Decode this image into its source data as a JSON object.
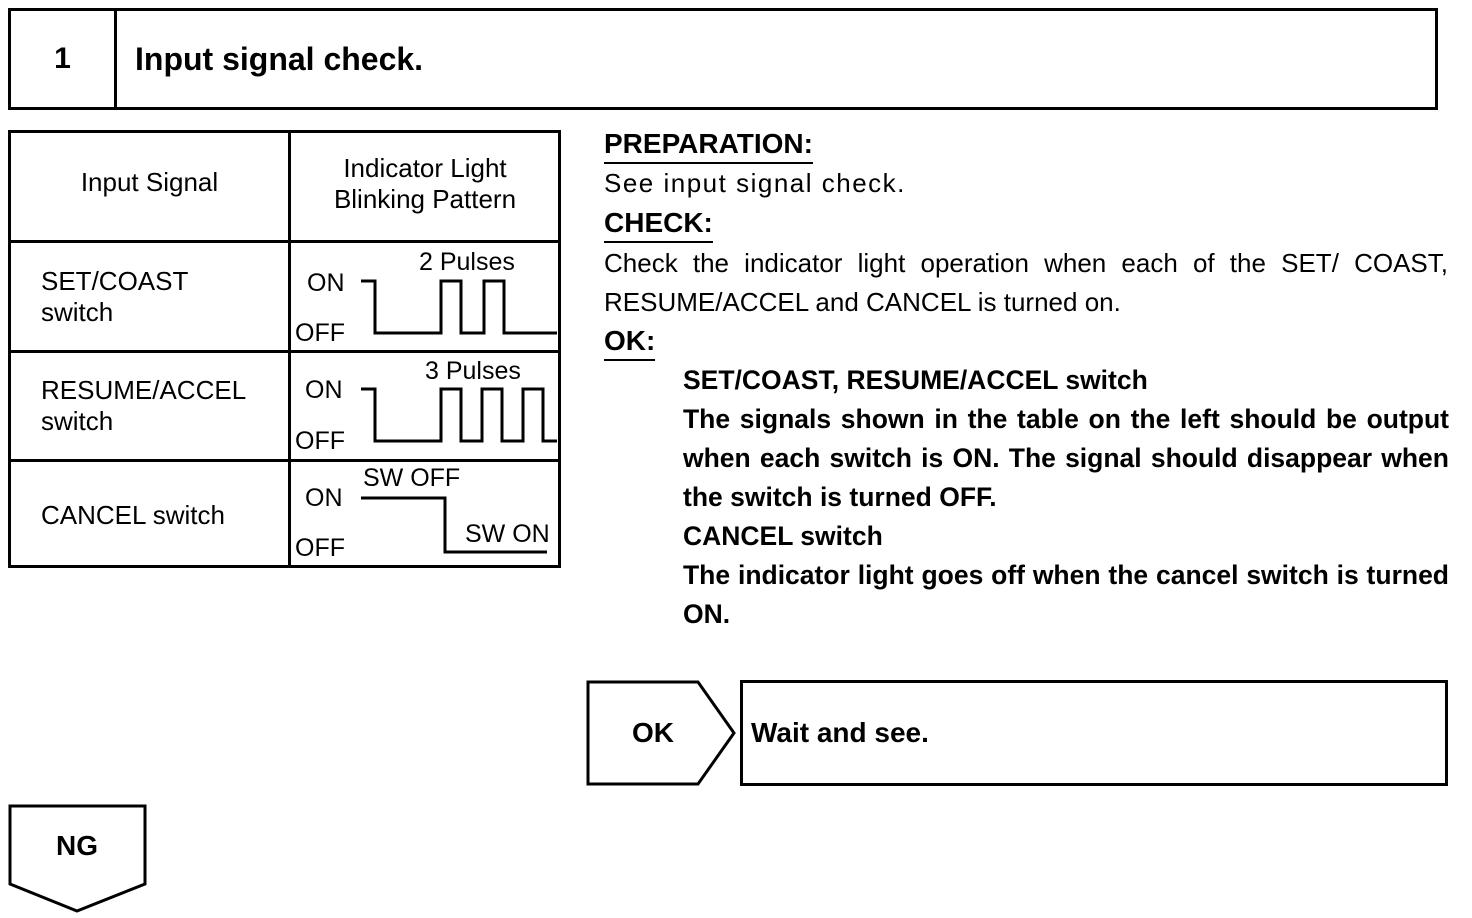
{
  "step": {
    "number": "1",
    "title": "Input signal check."
  },
  "table": {
    "headers": {
      "input_signal": "Input Signal",
      "pattern_line1": "Indicator Light",
      "pattern_line2": "Blinking Pattern"
    },
    "rows": [
      {
        "name_line1": "SET/COAST",
        "name_line2": "switch",
        "on": "ON",
        "off": "OFF",
        "annotation": "2 Pulses",
        "pulses": 2
      },
      {
        "name_line1": "RESUME/ACCEL",
        "name_line2": "switch",
        "on": "ON",
        "off": "OFF",
        "annotation": "3 Pulses",
        "pulses": 3
      },
      {
        "name_line1": "CANCEL switch",
        "on": "ON",
        "off": "OFF",
        "sw_off": "SW OFF",
        "sw_on": "SW ON"
      }
    ]
  },
  "preparation": {
    "heading": "PREPARATION:",
    "text": "See input signal check."
  },
  "check": {
    "heading": "CHECK:",
    "text": "Check the indicator light operation when each of the SET/ COAST, RESUME/ACCEL and CANCEL is turned on."
  },
  "ok": {
    "heading": "OK:",
    "item1_title": "SET/COAST, RESUME/ACCEL switch",
    "item1_text": "The signals shown in the table on the left should be output when each switch is ON. The signal should disappear when the switch is turned OFF.",
    "item2_title": "CANCEL switch",
    "item2_text": "The indicator light goes off when the cancel switch is turned ON."
  },
  "flow": {
    "ok_label": "OK",
    "ok_result": "Wait and see.",
    "ng_label": "NG"
  }
}
